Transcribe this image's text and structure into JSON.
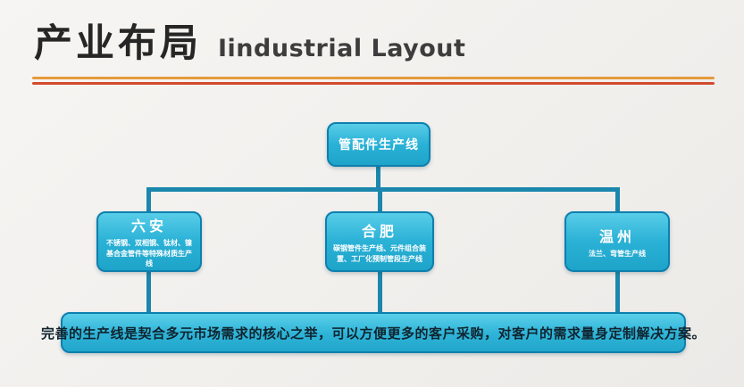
{
  "header": {
    "title_cn": "产业布局",
    "title_en": "Iindustrial Layout"
  },
  "diagram": {
    "root": {
      "label": "管配件生产线"
    },
    "branches": [
      {
        "city": "六安",
        "desc": "不锈钢、双相钢、钛材、镍基合金管件等特殊材质生产线"
      },
      {
        "city": "合肥",
        "desc": "碳钢管件生产线、元件组合装置、工厂化预制管段生产线"
      },
      {
        "city": "温州",
        "desc": "法兰、弯管生产线"
      }
    ],
    "summary": "完善的生产线是契合多元市场需求的核心之举，可以方便更多的客户采购，对客户的需求量身定制解决方案。"
  },
  "colors": {
    "node_fill": "#2ab1d6",
    "node_border": "#0e7fae",
    "connector": "#1b87ad",
    "rule_top": "#e59a3c",
    "rule_bottom": "#d24a2e",
    "background": "#f4f2ef"
  }
}
